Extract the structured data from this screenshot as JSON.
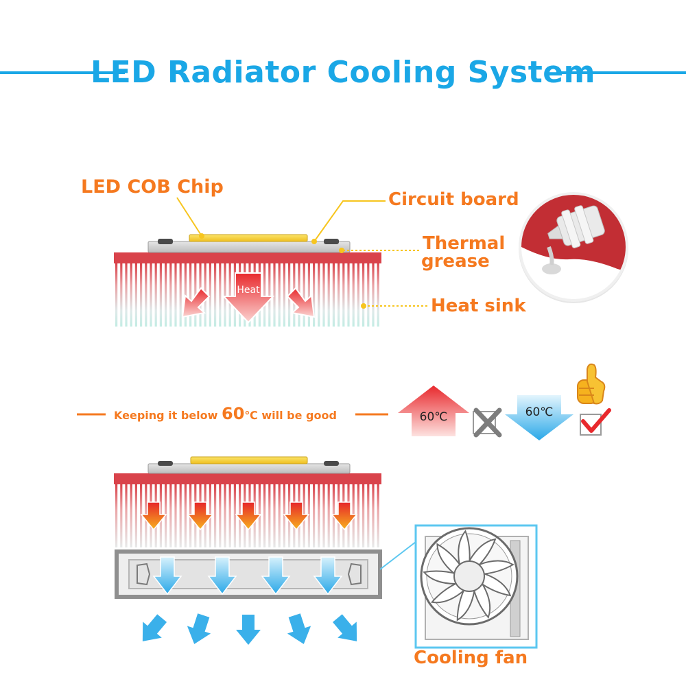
{
  "title": "LED Radiator Cooling System",
  "labels": {
    "led_cob_chip": "LED COB Chip",
    "circuit_board": "Circuit board",
    "thermal_grease_line1": "Thermal",
    "thermal_grease_line2": "grease",
    "heat_sink": "Heat sink",
    "cooling_fan": "Cooling fan",
    "heat_arrow": "Heat"
  },
  "temperature": {
    "keep_prefix": "Keeping it below ",
    "keep_value": "60",
    "keep_suffix": "℃ will be good",
    "hot_label": "60℃",
    "cool_label": "60℃"
  },
  "colors": {
    "title_blue": "#1aa7e6",
    "label_orange": "#f5791f",
    "heatsink_red": "#d9434b",
    "chip_yellow": "#f7d23a",
    "arrow_red": "#e8292d",
    "arrow_blue": "#3ab0ea",
    "fan_frame_blue": "#5cc7f0"
  },
  "icons": {
    "thumbs_up": "thumbs-up-icon",
    "cross": "cross-mark-icon",
    "check": "check-mark-icon"
  }
}
